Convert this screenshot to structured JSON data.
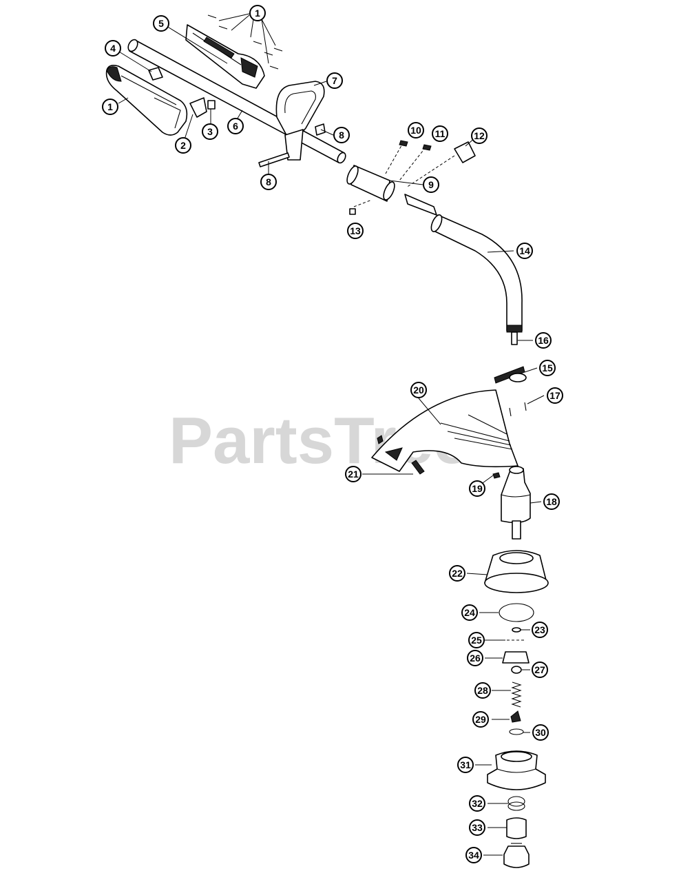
{
  "watermark": "PartsTree",
  "parts": {
    "p1": "1",
    "p2": "2",
    "p3": "3",
    "p4": "4",
    "p5": "5",
    "p6": "6",
    "p7": "7",
    "p8": "8",
    "p9": "9",
    "p10": "10",
    "p11": "11",
    "p12": "12",
    "p13": "13",
    "p14": "14",
    "p15": "15",
    "p16": "16",
    "p17": "17",
    "p18": "18",
    "p19": "19",
    "p20": "20",
    "p21": "21",
    "p22": "22",
    "p23": "23",
    "p24": "24",
    "p25": "25",
    "p26": "26",
    "p27": "27",
    "p28": "28",
    "p29": "29",
    "p30": "30",
    "p31": "31",
    "p32": "32",
    "p33": "33",
    "p34": "34"
  }
}
